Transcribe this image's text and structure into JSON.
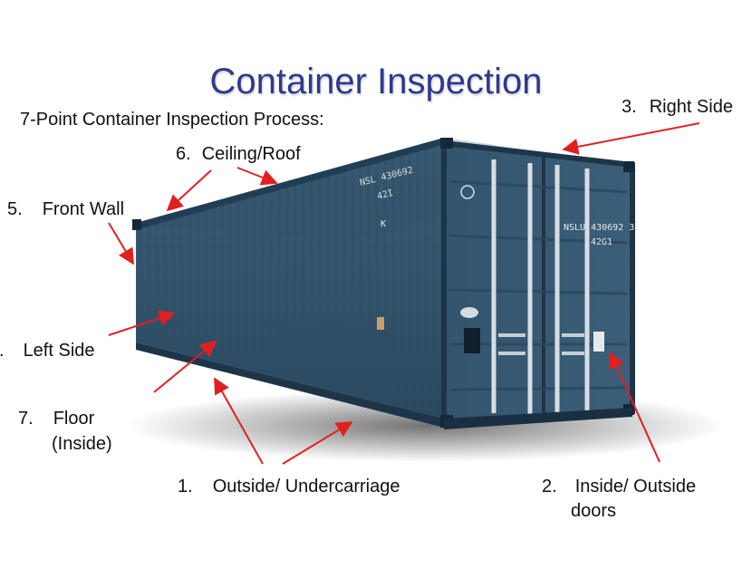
{
  "title": "Container Inspection",
  "subtitle": "7-Point Container Inspection Process:",
  "labels": {
    "right_side": {
      "num": "3.",
      "text": "Right Side"
    },
    "ceiling": {
      "num": "6.",
      "text": "Ceiling/Roof"
    },
    "front_wall": {
      "num": "5.",
      "text": "Front Wall"
    },
    "left_side": {
      "num": ".",
      "text": "Left Side"
    },
    "floor": {
      "num": "7.",
      "text": "Floor",
      "text2": "(Inside)"
    },
    "undercarriage": {
      "num": "1.",
      "text": "Outside/ Undercarriage"
    },
    "doors": {
      "num": "2.",
      "text": "Inside/ Outside",
      "text2": "doors"
    }
  },
  "container_markings": {
    "roof_code": "NSL 430692",
    "roof_code2": "42I",
    "door_code": "NSLU 430692 3",
    "door_code2": "42G1",
    "side_code": "K"
  },
  "colors": {
    "title": "#2e3a8c",
    "arrow": "#e02020",
    "container_body": "#2f4f66",
    "container_dark": "#1d3548"
  }
}
